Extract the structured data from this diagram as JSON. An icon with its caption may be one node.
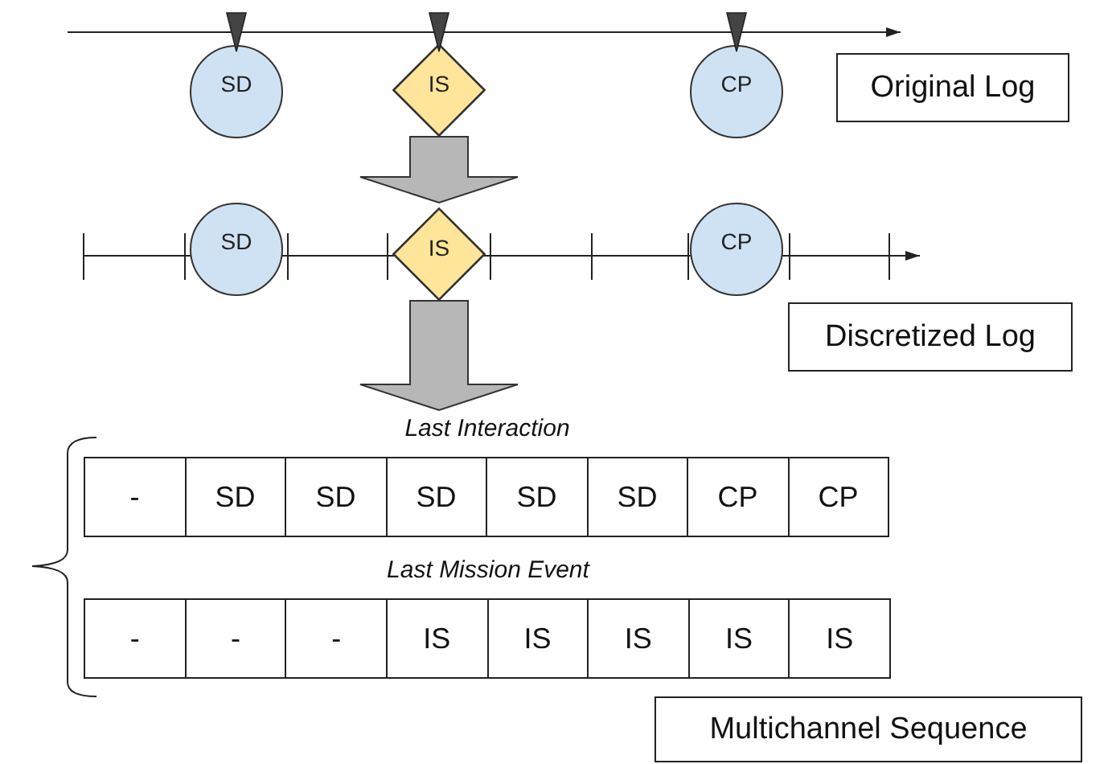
{
  "diagram": {
    "nodes": [
      {
        "text": [
          "SD"
        ]
      },
      {
        "text": [
          "IS"
        ]
      },
      {
        "text": [
          "CP"
        ]
      },
      {
        "text": [
          "Original Log"
        ]
      },
      {
        "text": [
          "SD"
        ]
      },
      {
        "text": [
          "IS"
        ]
      },
      {
        "text": [
          "CP"
        ]
      },
      {
        "text": [
          "Discretized Log"
        ]
      },
      {
        "text": [
          "Last Interaction",
          "-",
          "SD",
          "SD",
          "SD",
          "SD",
          "SD",
          "CP",
          "CP"
        ]
      },
      {
        "text": [
          "Last Mission Event",
          "-",
          "-",
          "-",
          "IS",
          "IS",
          "IS",
          "IS",
          "IS"
        ]
      },
      {
        "text": [
          "Multichannel Sequence"
        ]
      }
    ],
    "edges": [
      {
        "from": 1,
        "to": 5,
        "arrow": "to",
        "style": "thick",
        "color": "#b7b7b7"
      },
      {
        "from": 5,
        "to": 8,
        "arrow": "to",
        "style": "thick",
        "color": "#b7b7b7"
      }
    ]
  }
}
